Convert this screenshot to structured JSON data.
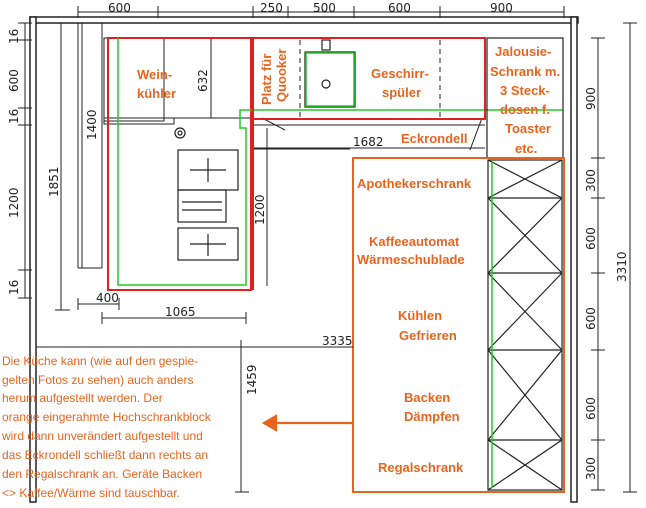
{
  "dimensions": {
    "top": [
      "600",
      "250",
      "500",
      "600",
      "900"
    ],
    "left_outer": [
      "16",
      "600",
      "16",
      "1200",
      "16"
    ],
    "left_1851": "1851",
    "left_1400": "1400",
    "dim_632": "632",
    "dim_1682": "1682",
    "dim_1200_inner": "1200",
    "dim_400": "400",
    "dim_1065": "1065",
    "dim_3335": "3335",
    "dim_1459": "1459",
    "right_inner": [
      "900",
      "300",
      "600",
      "600",
      "600",
      "300"
    ],
    "right_3310": "3310"
  },
  "labels": {
    "weinkuehler": [
      "Wein-",
      "kühler"
    ],
    "platz_quooker": [
      "Platz für",
      "Quooker"
    ],
    "geschirrspueler": [
      "Geschirr-",
      "spüler"
    ],
    "jalousie": [
      "Jalousie-",
      "Schrank m.",
      "3 Steck-",
      "dosen f.",
      "Toaster",
      "etc."
    ],
    "eckrondell": "Eckrondell",
    "apotheker": "Apothekerschrank",
    "kaffee": [
      "Kaffeeautomat",
      "Wärmeschublade"
    ],
    "kuehlen": [
      "Kühlen",
      "Gefrieren"
    ],
    "backen": [
      "Backen",
      "Dämpfen"
    ],
    "regal": "Regalschrank"
  },
  "note": [
    "Die Küche kann (wie auf den gespie-",
    "gelten Fotos zu sehen) auch anders",
    "herum aufgestellt werden. Der",
    "orange eingerahmte Hochschrankblock",
    "wird dann unverändert aufgestellt und",
    "das Eckrondell schließt dann rechts an",
    "den Regalschrank an. Geräte Backen",
    "<> Kaffee/Wärme sind tauschbar."
  ],
  "colors": {
    "orange": "#e8641e",
    "red": "#e0201e",
    "green": "#22cc22",
    "line": "#222222"
  }
}
